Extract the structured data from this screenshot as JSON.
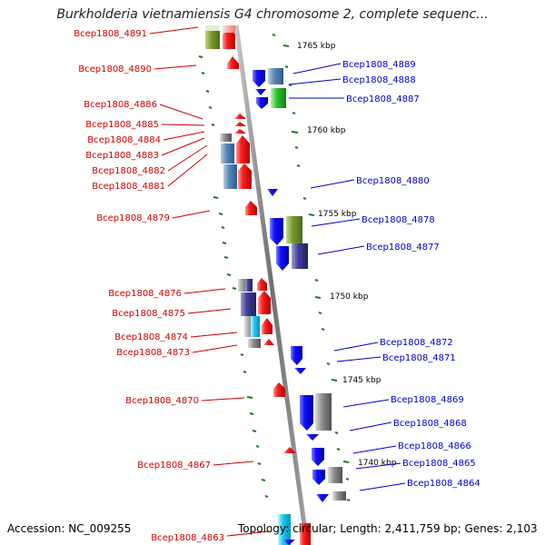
{
  "title": "Burkholderia vietnamiensis G4 chromosome 2, complete sequenc...",
  "footer": {
    "accession": "Accession: NC_009255",
    "topology": "Topology: circular; Length: 2,411,759 bp; Genes: 2,103"
  },
  "colors": {
    "forward_label": "#cc0000",
    "reverse_label": "#0000cc",
    "backbone": "#8a8a8a",
    "tick": "#1f7a1f"
  },
  "scale_labels": [
    "1765 kbp",
    "1760 kbp",
    "1755 kbp",
    "1750 kbp",
    "1745 kbp",
    "1740 kbp"
  ],
  "forward_genes": [
    "Bcep1808_4891",
    "Bcep1808_4890",
    "Bcep1808_4886",
    "Bcep1808_4885",
    "Bcep1808_4884",
    "Bcep1808_4883",
    "Bcep1808_4882",
    "Bcep1808_4881",
    "Bcep1808_4879",
    "Bcep1808_4876",
    "Bcep1808_4875",
    "Bcep1808_4874",
    "Bcep1808_4873",
    "Bcep1808_4870",
    "Bcep1808_4867",
    "Bcep1808_4863"
  ],
  "reverse_genes": [
    "Bcep1808_4889",
    "Bcep1808_4888",
    "Bcep1808_4887",
    "Bcep1808_4880",
    "Bcep1808_4878",
    "Bcep1808_4877",
    "Bcep1808_4872",
    "Bcep1808_4871",
    "Bcep1808_4869",
    "Bcep1808_4868",
    "Bcep1808_4866",
    "Bcep1808_4865",
    "Bcep1808_4864"
  ]
}
